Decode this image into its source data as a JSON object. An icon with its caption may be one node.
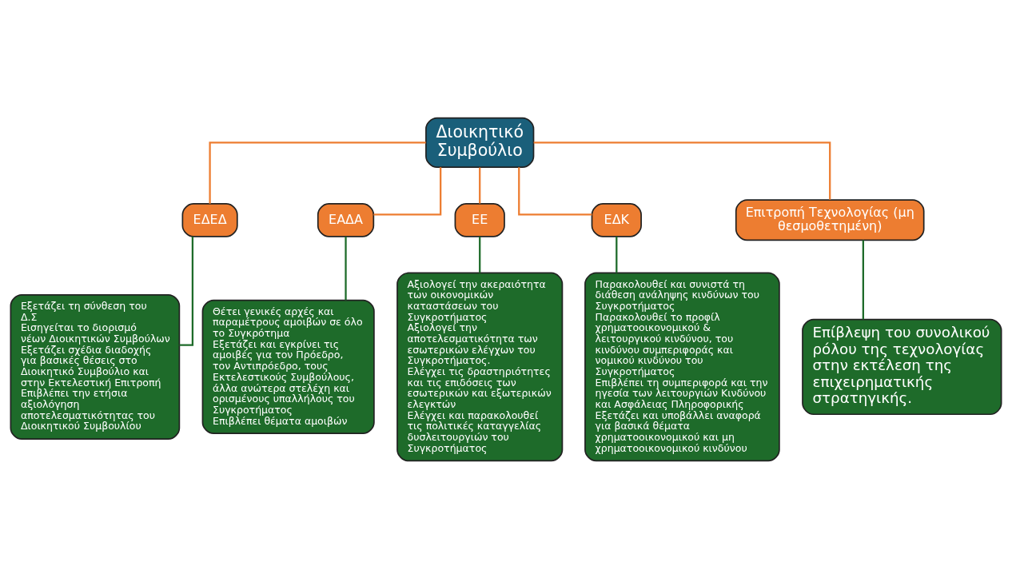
{
  "diagram": {
    "nodes": [
      {
        "text": [
          "Διοικητικό Συμβούλιο"
        ]
      },
      {
        "text": [
          "ΕΔΕΔ"
        ]
      },
      {
        "text": [
          "ΕΑΔΑ"
        ]
      },
      {
        "text": [
          "ΕΕ"
        ]
      },
      {
        "text": [
          "ΕΔΚ"
        ]
      },
      {
        "text": [
          "Επιτροπή Τεχνολογίας (μη θεσμοθετημένη)"
        ]
      },
      {
        "text": [
          "Εξετάζει τη σύνθεση του Δ.Σ",
          "Εισηγείται το διορισμό νέων Διοικητικών Συμβούλων",
          "Εξετάζει σχέδια διαδοχής για βασικές θέσεις στο Διοικητικό Συμβούλιο και στην Εκτελεστική Επιτροπή",
          "Επιβλέπει την ετήσια αξιολόγηση αποτελεσματικότητας του Διοικητικού Συμβουλίου"
        ]
      },
      {
        "text": [
          "Θέτει γενικές αρχές και παραμέτρους αμοιβών σε όλο το Συγκρότημα",
          "Εξετάζει και εγκρίνει τις αμοιβές για τον Πρόεδρο, τον Αντιπρόεδρο, τους Εκτελεστικούς Συμβούλους, άλλα ανώτερα στελέχη και ορισμένους υπαλλήλους του Συγκροτήματος",
          "Επιβλέπει θέματα αμοιβών"
        ]
      },
      {
        "text": [
          "Αξιολογεί την ακεραιότητα των οικονομικών καταστάσεων του Συγκροτήματος",
          "Αξιολογεί την αποτελεσματικότητα των εσωτερικών ελέγχων του Συγκροτήματος.",
          "Ελέγχει τις δραστηριότητες και τις επιδόσεις των εσωτερικών και εξωτερικών ελεγκτών",
          "Ελέγχει και παρακολουθεί τις πολιτικές καταγγελίας δυσλειτουργιών του Συγκροτήματος"
        ]
      },
      {
        "text": [
          "Παρακολουθεί και συνιστά τη διάθεση ανάληψης κινδύνων του Συγκροτήματος",
          "Παρακολουθεί το προφίλ χρηματοοικονομικού & λειτουργικού κινδύνου, του κινδύνου συμπεριφοράς και νομικού κινδύνου του Συγκροτήματος",
          "Επιβλέπει τη συμπεριφορά και την ηγεσία των λειτουργιών Κινδύνου και Ασφάλειας Πληροφορικής",
          "Εξετάζει και υποβάλλει αναφορά για βασικά θέματα χρηματοοικονομικού και μη χρηματοοικονομικού κινδύνου"
        ]
      },
      {
        "text": [
          "Επίβλεψη του συνολικού ρόλου της τεχνολογίας στην εκτέλεση της επιχειρηματικής στρατηγικής."
        ]
      }
    ],
    "edges": [
      {
        "from": 0,
        "to": 1,
        "arrow": "none",
        "color": "#ed7d31"
      },
      {
        "from": 0,
        "to": 2,
        "arrow": "none",
        "color": "#ed7d31"
      },
      {
        "from": 0,
        "to": 3,
        "arrow": "none",
        "color": "#ed7d31"
      },
      {
        "from": 0,
        "to": 4,
        "arrow": "none",
        "color": "#ed7d31"
      },
      {
        "from": 0,
        "to": 5,
        "arrow": "none",
        "color": "#ed7d31"
      },
      {
        "from": 1,
        "to": 6,
        "arrow": "none",
        "color": "#1e6b2a"
      },
      {
        "from": 2,
        "to": 7,
        "arrow": "none",
        "color": "#1e6b2a"
      },
      {
        "from": 3,
        "to": 8,
        "arrow": "none",
        "color": "#1e6b2a"
      },
      {
        "from": 4,
        "to": 9,
        "arrow": "none",
        "color": "#1e6b2a"
      },
      {
        "from": 5,
        "to": 10,
        "arrow": "none",
        "color": "#1e6b2a"
      }
    ]
  }
}
